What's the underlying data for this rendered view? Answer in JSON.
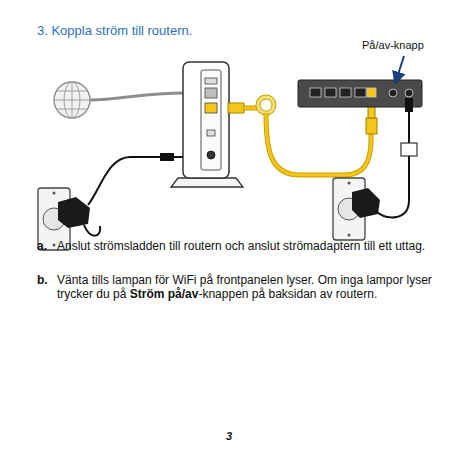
{
  "diagram": {
    "title": "3. Koppla ström till routern.",
    "labels": [
      "På/av-knapp",
      "a.",
      "Anslut strömsladden till routern och anslut strömadaptern till ett uttag.",
      "b.",
      "Vänta tills lampan för WiFi på frontpanelen lyser. Om inga lampor lyser trycker du på",
      "Ström på/av",
      "-knappen på baksidan av routern.",
      "3"
    ]
  }
}
